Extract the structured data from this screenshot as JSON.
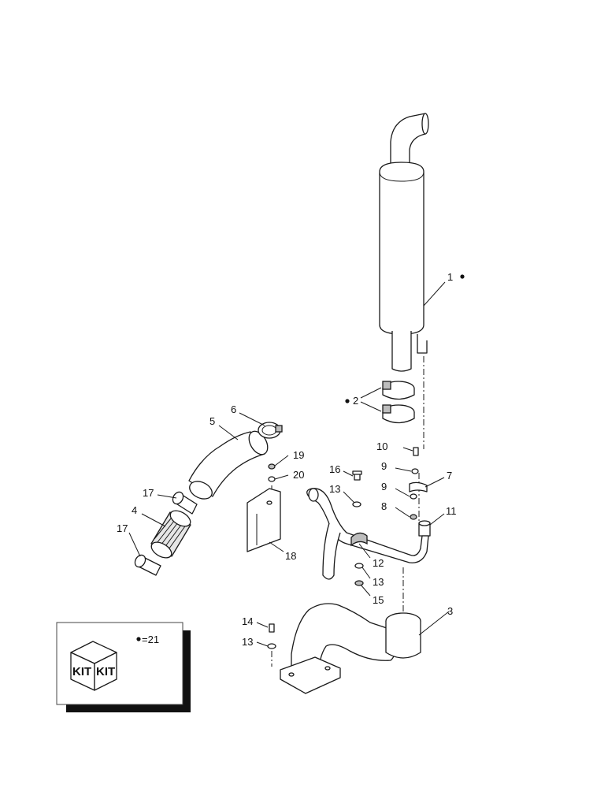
{
  "callouts": {
    "c1": "1",
    "c2": "2",
    "c3": "3",
    "c4": "4",
    "c5": "5",
    "c6": "6",
    "c7": "7",
    "c8": "8",
    "c9a": "9",
    "c9b": "9",
    "c10": "10",
    "c11": "11",
    "c12": "12",
    "c13a": "13",
    "c13b": "13",
    "c13c": "13",
    "c14": "14",
    "c15": "15",
    "c16": "16",
    "c17a": "17",
    "c17b": "17",
    "c18": "18",
    "c19": "19",
    "c20": "20"
  },
  "legend": {
    "kit_label_left": "KIT",
    "kit_label_right": "KIT",
    "kit_note": "=21"
  }
}
